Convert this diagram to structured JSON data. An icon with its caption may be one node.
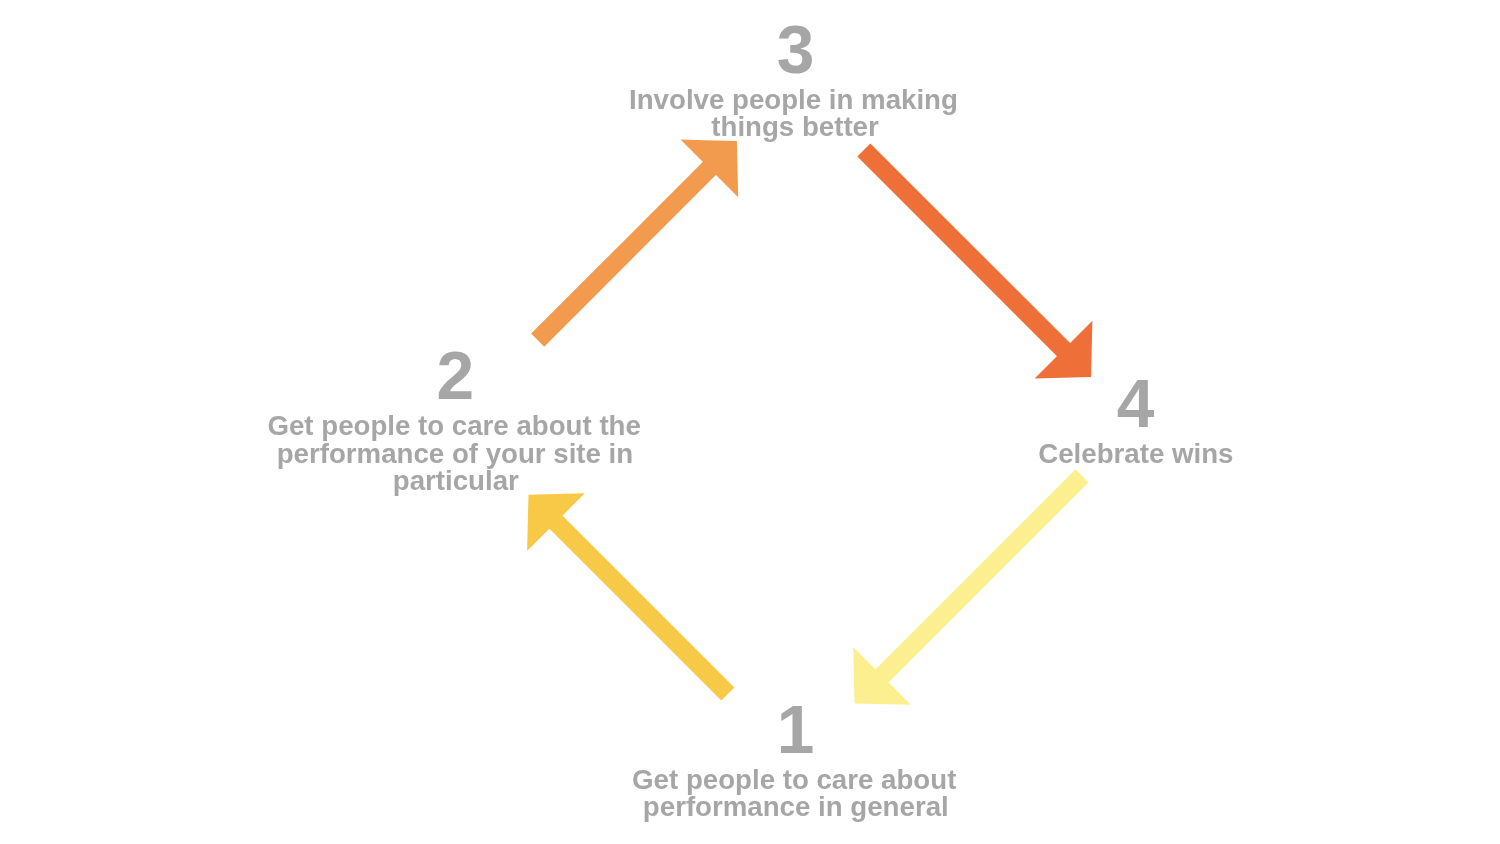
{
  "diagram": {
    "nodes": [
      {
        "text": [
          "1",
          "Get people to care about performance in general"
        ]
      },
      {
        "text": [
          "2",
          "Get people to care about the performance of your site in particular"
        ]
      },
      {
        "text": [
          "3",
          "Involve people in making things better"
        ]
      },
      {
        "text": [
          "4",
          "Celebrate wins"
        ]
      }
    ],
    "edges": [
      {
        "from": 3,
        "to": 0,
        "arrow": "to",
        "color": "#fbef8f"
      },
      {
        "from": 0,
        "to": 1,
        "arrow": "to",
        "color": "#f8c947"
      },
      {
        "from": 1,
        "to": 2,
        "arrow": "to",
        "color": "#f29a4e"
      },
      {
        "from": 2,
        "to": 3,
        "arrow": "to",
        "color": "#ee6f37"
      }
    ]
  }
}
